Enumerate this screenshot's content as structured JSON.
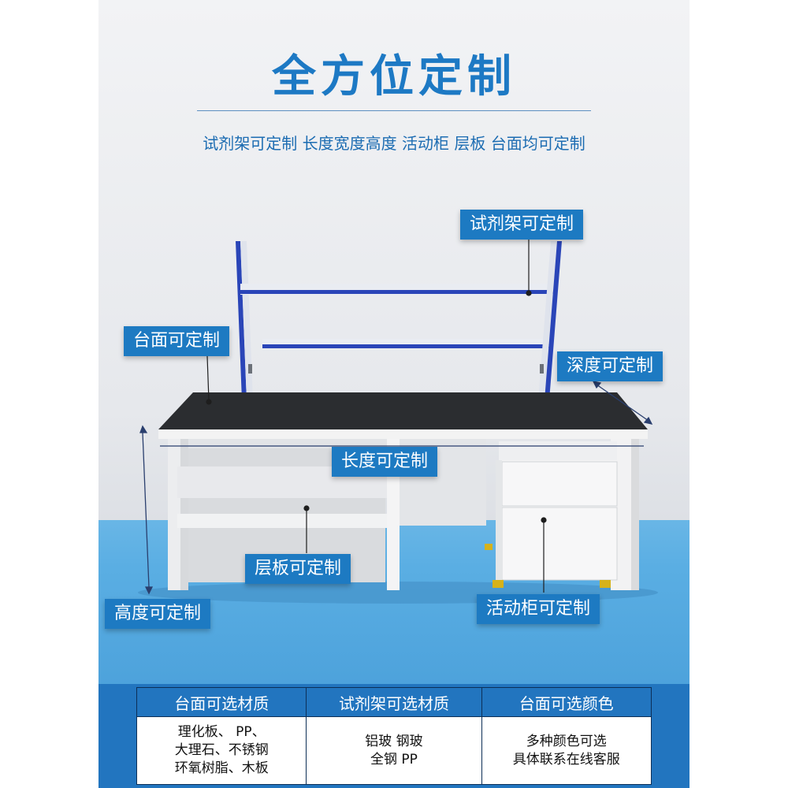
{
  "header": {
    "title": "全方位定制",
    "subtitle": "试剂架可定制 长度宽度高度 活动柜 层板 台面均可定制"
  },
  "callouts": {
    "reagent_rack": "试剂架可定制",
    "countertop": "台面可定制",
    "depth": "深度可定制",
    "length": "长度可定制",
    "shelf": "层板可定制",
    "height": "高度可定制",
    "mobile_cabinet": "活动柜可定制"
  },
  "specs": {
    "columns": [
      {
        "header": "台面可选材质",
        "lines": [
          "理化板、 PP、",
          "大理石、不锈钢",
          "环氧树脂、木板"
        ]
      },
      {
        "header": "试剂架可选材质",
        "lines": [
          "铝玻 钢玻",
          "全钢  PP"
        ]
      },
      {
        "header": "台面可选颜色",
        "lines": [
          "多种颜色可选",
          "具体联系在线客服"
        ]
      }
    ]
  },
  "colors": {
    "accent": "#1d79c4",
    "tag_bg": "#1d7ac2",
    "floor": "#4ea3dc",
    "countertop": "#2b2d30",
    "rack_frame": "#2a45b8"
  }
}
